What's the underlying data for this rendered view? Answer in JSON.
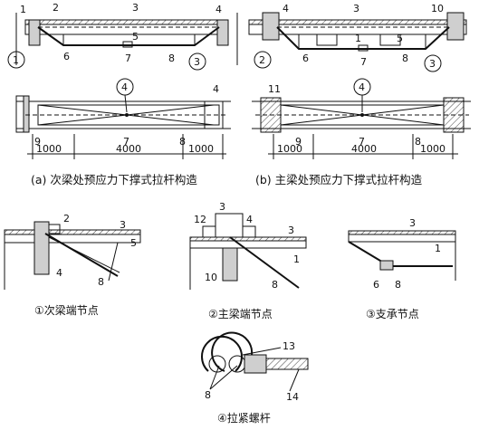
{
  "diagram_a": {
    "caption": "(a) 次梁处预应力下撑式拉杆构造",
    "callouts": [
      "1",
      "2",
      "3",
      "4",
      "5",
      "6",
      "7",
      "8",
      "3"
    ],
    "circled": [
      "1",
      "3",
      "4"
    ],
    "plan_callouts": [
      "4",
      "9",
      "7",
      "8"
    ],
    "dims": [
      "1000",
      "4000",
      "1000"
    ]
  },
  "diagram_b": {
    "caption": "(b) 主梁处预应力下撑式拉杆构造",
    "callouts": [
      "4",
      "3",
      "10",
      "1",
      "5",
      "6",
      "7",
      "8"
    ],
    "circled": [
      "2",
      "3",
      "4"
    ],
    "plan_callouts": [
      "11",
      "9",
      "7",
      "8"
    ],
    "dims": [
      "1000",
      "4000",
      "1000"
    ]
  },
  "node1": {
    "caption": "①次梁端节点",
    "callouts": [
      "2",
      "3",
      "5",
      "4",
      "8"
    ]
  },
  "node2": {
    "caption": "②主梁端节点",
    "callouts": [
      "12",
      "3",
      "4",
      "3",
      "1",
      "10",
      "8"
    ]
  },
  "node3": {
    "caption": "③支承节点",
    "callouts": [
      "3",
      "1",
      "6",
      "8"
    ]
  },
  "node4": {
    "caption": "④拉紧螺杆",
    "callouts": [
      "13",
      "8",
      "14"
    ]
  }
}
